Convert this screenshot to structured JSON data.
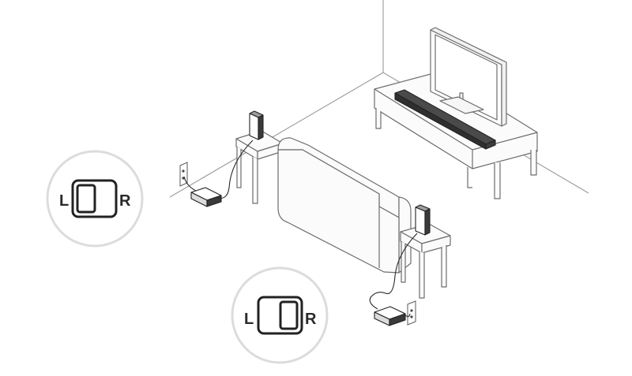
{
  "badges": [
    {
      "left_label": "L",
      "right_label": "R",
      "active_side": "left"
    },
    {
      "left_label": "L",
      "right_label": "R",
      "active_side": "right"
    }
  ],
  "colors": {
    "line": "#7a7a7a",
    "dark_line": "#2a2a2a",
    "fill_light": "#f4f4f4",
    "fill_dark": "#3a3a3a",
    "badge_ring": "#dcdcdc"
  }
}
